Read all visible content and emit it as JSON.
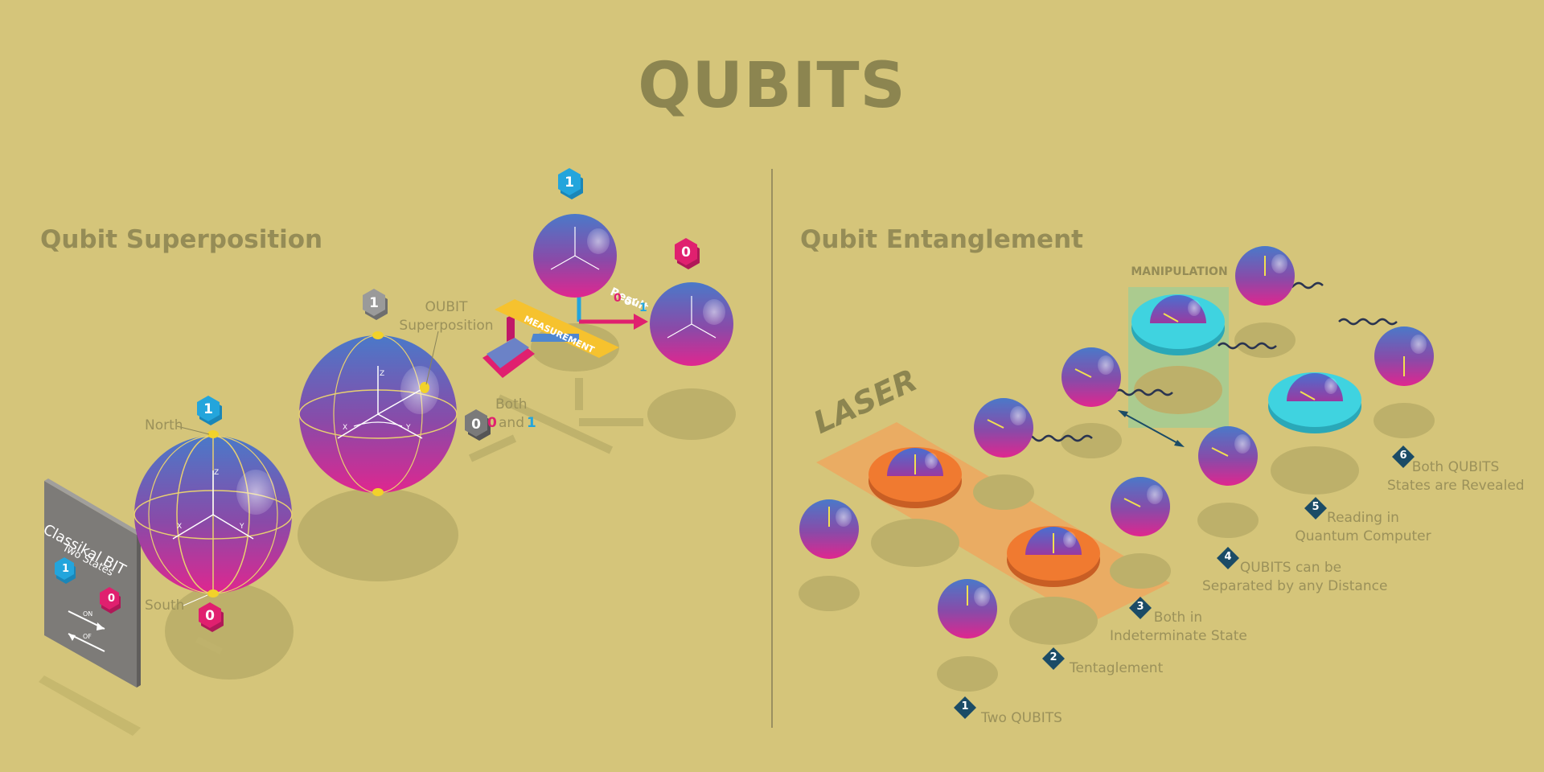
{
  "title": "QUBITS",
  "superposition": {
    "heading": "Qubit Superposition",
    "classical_bit": {
      "title": "Classikal BIT",
      "subtitle": "Two States",
      "on_label": "ON",
      "off_label": "OF",
      "digit_one": "1",
      "digit_zero": "0"
    },
    "north_label": "North",
    "south_label": "South",
    "qubit_label_line1": "OUBIT",
    "qubit_label_line2": "Superposition",
    "both_label": "Both",
    "both_and": "and",
    "measurement_label": "MEASUREMENT",
    "result_label": "Result",
    "result_or": "or",
    "axis_x": "X",
    "axis_y": "Y",
    "axis_z": "Z"
  },
  "entanglement": {
    "heading": "Qubit Entanglement",
    "laser_label": "LASER",
    "manipulation_label": "MANIPULATION",
    "steps": [
      {
        "number": "1",
        "line1": "Two QUBITS",
        "line2": ""
      },
      {
        "number": "2",
        "line1": "Tentaglement",
        "line2": ""
      },
      {
        "number": "3",
        "line1": "Both in",
        "line2": "Indeterminate State"
      },
      {
        "number": "4",
        "line1": "QUBITS can be",
        "line2": "Separated by any Distance"
      },
      {
        "number": "5",
        "line1": "Reading in",
        "line2": "Quantum Computer"
      },
      {
        "number": "6",
        "line1": "Both QUBITS",
        "line2": "States are Revealed"
      }
    ]
  },
  "colors": {
    "background": "#d5c57a",
    "shadow": "#bdb06a",
    "qubit_top": "#4a79c9",
    "qubit_bottom": "#e0268f",
    "one_badge": "#23a5dc",
    "zero_badge": "#e0206f",
    "gray_badge": "#8a8a8a",
    "laser": "#f0a35c",
    "manipulation": "#8fcf9c",
    "cyan_ring": "#3fd3e0",
    "orange_ring": "#f07a30",
    "step_diamond": "#1b4b66"
  }
}
